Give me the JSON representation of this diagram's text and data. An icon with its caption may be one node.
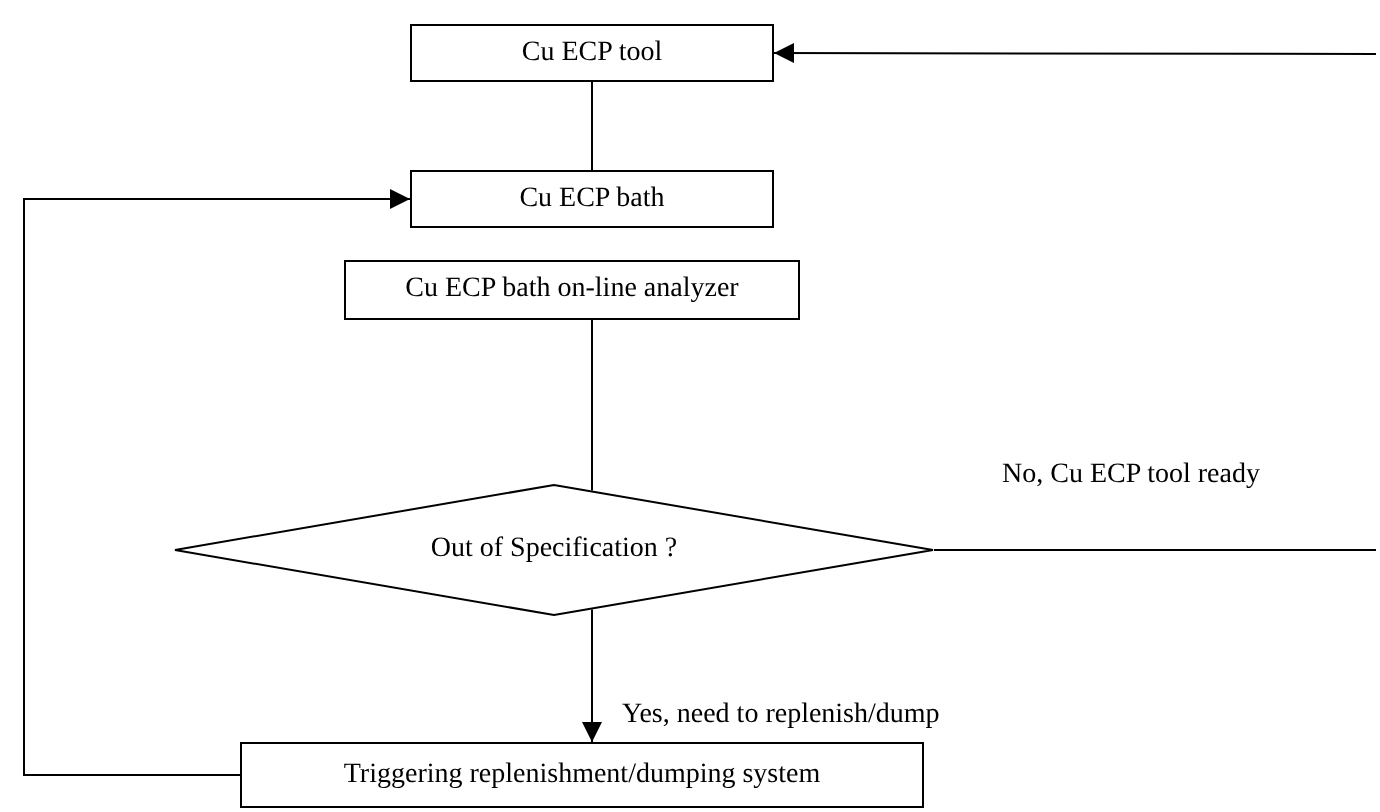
{
  "diagram": {
    "nodes": [
      {
        "text": [
          "Cu ECP tool"
        ]
      },
      {
        "text": [
          "Cu ECP bath"
        ]
      },
      {
        "text": [
          "Cu ECP bath on-line analyzer"
        ]
      },
      {
        "text": [
          "Out of Specification ?"
        ]
      },
      {
        "text": [
          "Triggering replenishment/dumping system"
        ]
      }
    ],
    "edges": [
      {
        "from": 0,
        "to": 1,
        "arrow": "none"
      },
      {
        "from": 2,
        "to": 3,
        "arrow": "none"
      },
      {
        "from": 3,
        "to": 4,
        "arrow": "to",
        "label": "Yes, need to replenish/dump"
      },
      {
        "from": 4,
        "to": 1,
        "arrow": "to"
      },
      {
        "from": 3,
        "to": null,
        "arrow": "none",
        "label": "No, Cu ECP tool ready"
      },
      {
        "from": null,
        "to": 0,
        "arrow": "to"
      }
    ]
  }
}
